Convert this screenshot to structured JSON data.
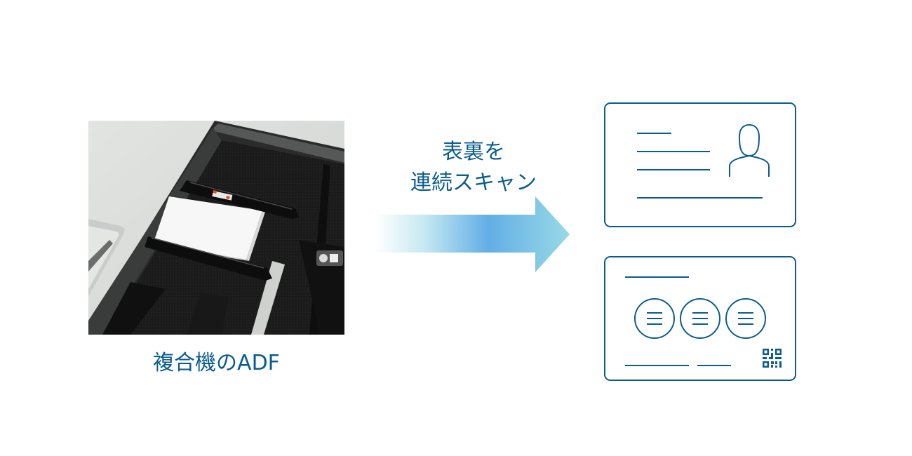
{
  "photo": {
    "alt": "ADF tray with stacked cards",
    "caption": "複合機のADF"
  },
  "arrow": {
    "label_line1": "表裏を",
    "label_line2": "連続スキャン",
    "gradient_colors": [
      "#ffffff",
      "#bfe6f0",
      "#65b0e6",
      "#96d6e6"
    ]
  },
  "cards": {
    "stroke_color": "#0b5c8e",
    "front": {
      "name": "card-front",
      "icon": "person-icon",
      "text_lines": 4
    },
    "back": {
      "name": "card-back",
      "seals": 3,
      "icon": "qr-code-icon",
      "text_lines": 3
    }
  }
}
